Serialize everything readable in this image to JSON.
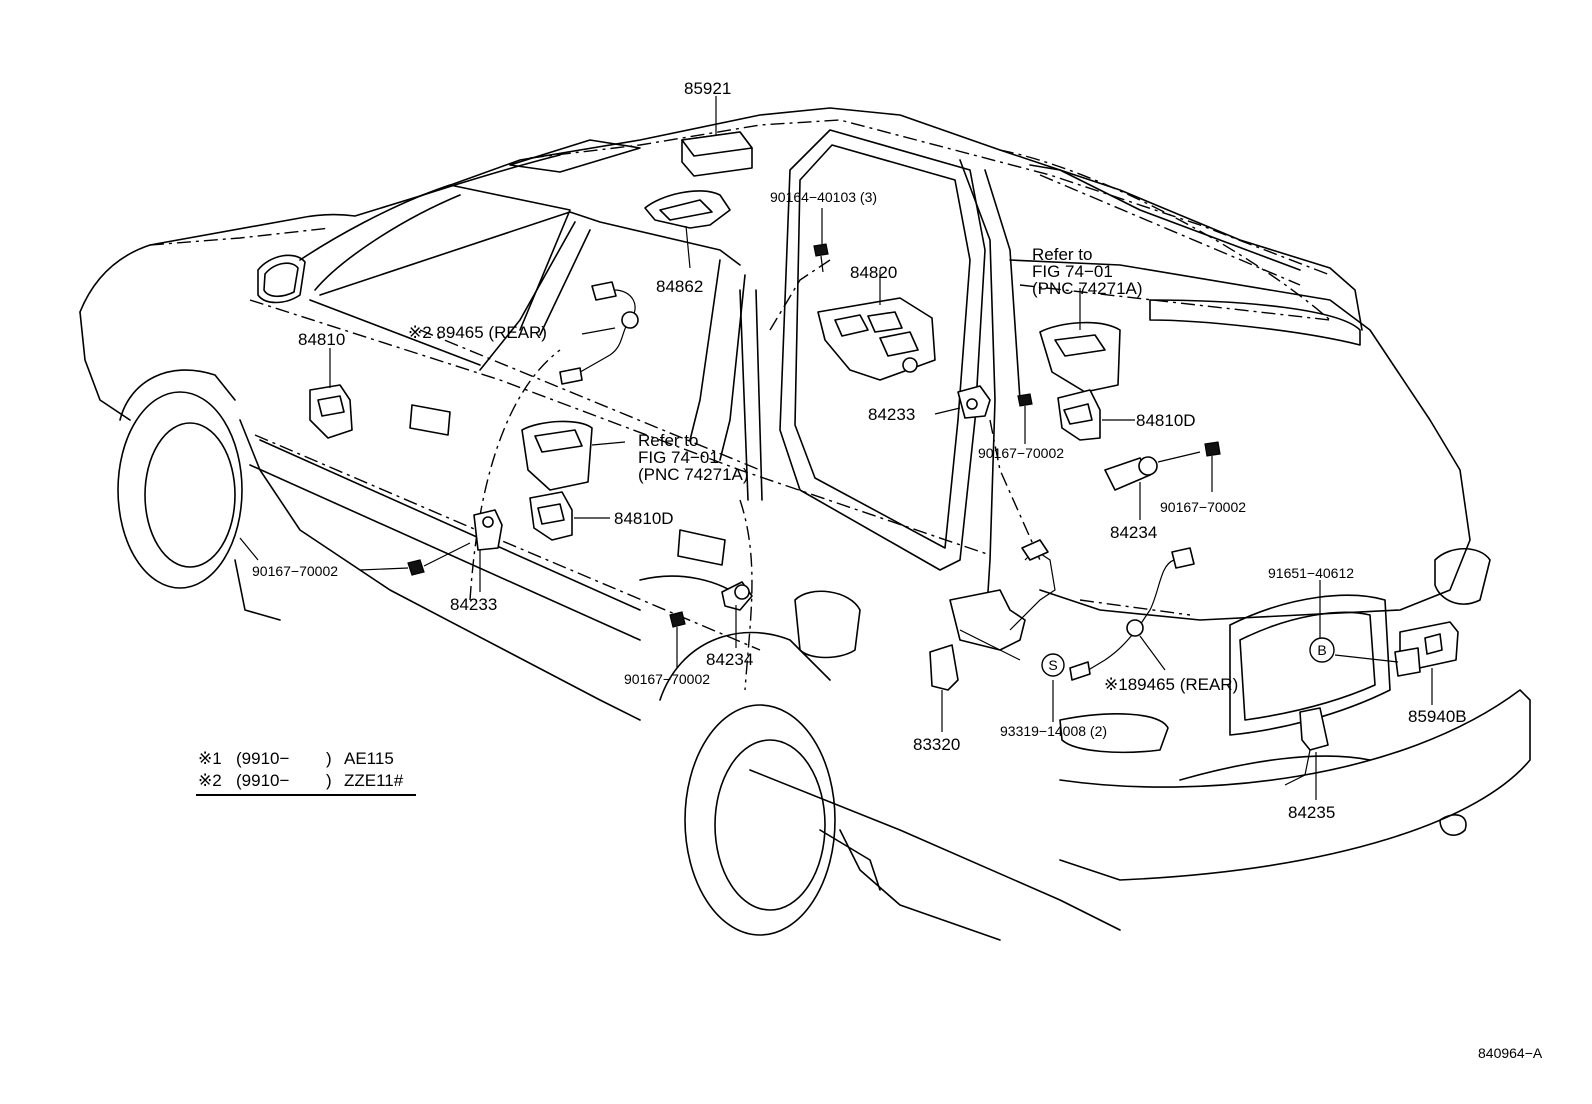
{
  "labels": {
    "p85921": "85921",
    "p90164": "90164−40103 (3)",
    "p84862": "84862",
    "p84820": "84820",
    "refer_right_1": "Refer  to",
    "refer_right_2": "FIG  74−01",
    "refer_right_3": "(PNC 74271A)",
    "p84810": "84810",
    "p89465_top": "※2  89465 (REAR)",
    "refer_mid_1": "Refer  to",
    "refer_mid_2": "FIG  74−01",
    "refer_mid_3": "(PNC 74271A)",
    "p84233_right": "84233",
    "p84810d_right": "84810D",
    "p90167_right_a": "90167−70002",
    "p90167_right_b": "90167−70002",
    "p84234_right": "84234",
    "p84810d_mid": "84810D",
    "p90167_left": "90167−70002",
    "p84233_left": "84233",
    "p91651": "91651−40612",
    "b_marker": "B",
    "s_marker": "S",
    "p89465_rear": "※189465 (REAR)",
    "p84234_mid": "84234",
    "p90167_mid": "90167−70002",
    "p83320": "83320",
    "p93319": "93319−14008 (2)",
    "p85940b": "85940B",
    "p84235": "84235",
    "figure_id": "840964−A"
  },
  "legend": {
    "row1": {
      "mark": "※1",
      "range": "(9910−",
      "close": ")",
      "model": "AE115"
    },
    "row2": {
      "mark": "※2",
      "range": "(9910−",
      "close": ")",
      "model": "ZZE11#"
    }
  },
  "icons": [
    "circle-s-marker",
    "circle-b-marker"
  ]
}
